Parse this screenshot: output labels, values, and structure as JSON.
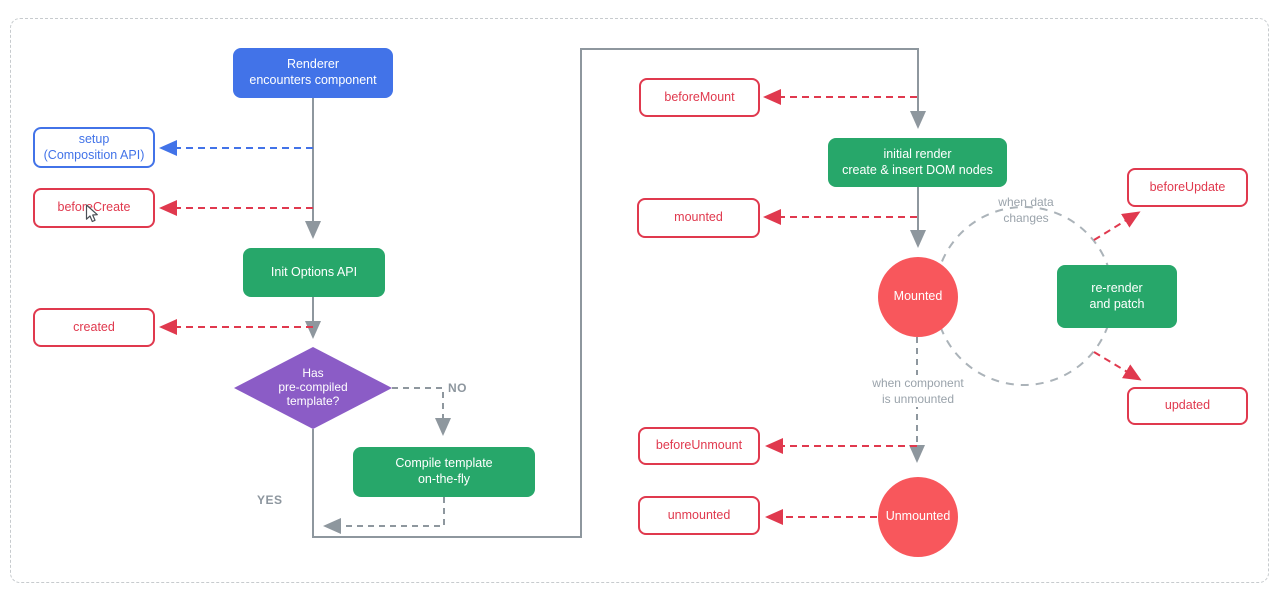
{
  "diagram": {
    "type": "flowchart",
    "colors": {
      "blue_fill": "#4273e8",
      "green_fill": "#27a76a",
      "red_outline": "#e0394e",
      "red_state_fill": "#f8575c",
      "purple_fill": "#8b5cc6",
      "gray_connector": "#8e979e",
      "gray_text": "#9aa3ab",
      "dashed_border": "#c7cbce"
    },
    "nodes": {
      "renderer": {
        "lines": [
          "Renderer",
          "encounters component"
        ]
      },
      "setup": {
        "lines": [
          "setup",
          "(Composition API)"
        ]
      },
      "before_create": {
        "lines": [
          "beforeCreate"
        ]
      },
      "init_options": {
        "lines": [
          "Init Options API"
        ]
      },
      "created": {
        "lines": [
          "created"
        ]
      },
      "has_template": {
        "lines": [
          "Has",
          "pre-compiled",
          "template?"
        ]
      },
      "compile": {
        "lines": [
          "Compile template",
          "on-the-fly"
        ]
      },
      "before_mount": {
        "lines": [
          "beforeMount"
        ]
      },
      "initial_render": {
        "lines": [
          "initial render",
          "create & insert DOM nodes"
        ]
      },
      "mounted_hook": {
        "lines": [
          "mounted"
        ]
      },
      "mounted_state": {
        "lines": [
          "Mounted"
        ]
      },
      "re_render": {
        "lines": [
          "re-render",
          "and patch"
        ]
      },
      "before_update": {
        "lines": [
          "beforeUpdate"
        ]
      },
      "updated": {
        "lines": [
          "updated"
        ]
      },
      "before_unmount": {
        "lines": [
          "beforeUnmount"
        ]
      },
      "unmounted_hook": {
        "lines": [
          "unmounted"
        ]
      },
      "unmounted_state": {
        "lines": [
          "Unmounted"
        ]
      }
    },
    "edge_labels": {
      "no": "NO",
      "yes": "YES",
      "when_data": [
        "when data",
        "changes"
      ],
      "when_component": [
        "when",
        "component",
        "is unmounted"
      ]
    }
  }
}
